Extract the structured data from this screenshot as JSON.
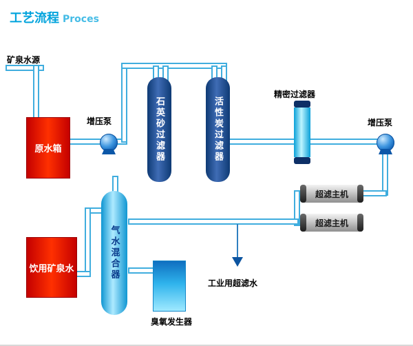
{
  "title": {
    "zh": "工艺流程",
    "en": "Proces"
  },
  "labels": {
    "source": "矿泉水源",
    "raw_tank": "原水箱",
    "pump1": "增压泵",
    "quartz_filter": "石英砂过滤器",
    "carbon_filter": "活性炭过滤器",
    "precision_filter": "精密过滤器",
    "pump2": "增压泵",
    "uf_unit1": "超滤主机",
    "uf_unit2": "超滤主机",
    "mixer": "气水混合器",
    "drinking_water_tank": "饮用矿泉水",
    "ozone_generator": "臭氧发生器",
    "industrial_uf_water": "工业用超滤水"
  },
  "colors": {
    "title_cyan": "#00a3dc",
    "pipe_outline": "#3fadde",
    "tank_navy": "#0e3a74",
    "red_box": "#e60000",
    "cyan_equipment": "#2fb3ec",
    "gray_cylinder": "#bdbdbd",
    "arrow_navy": "#0c54a0"
  }
}
